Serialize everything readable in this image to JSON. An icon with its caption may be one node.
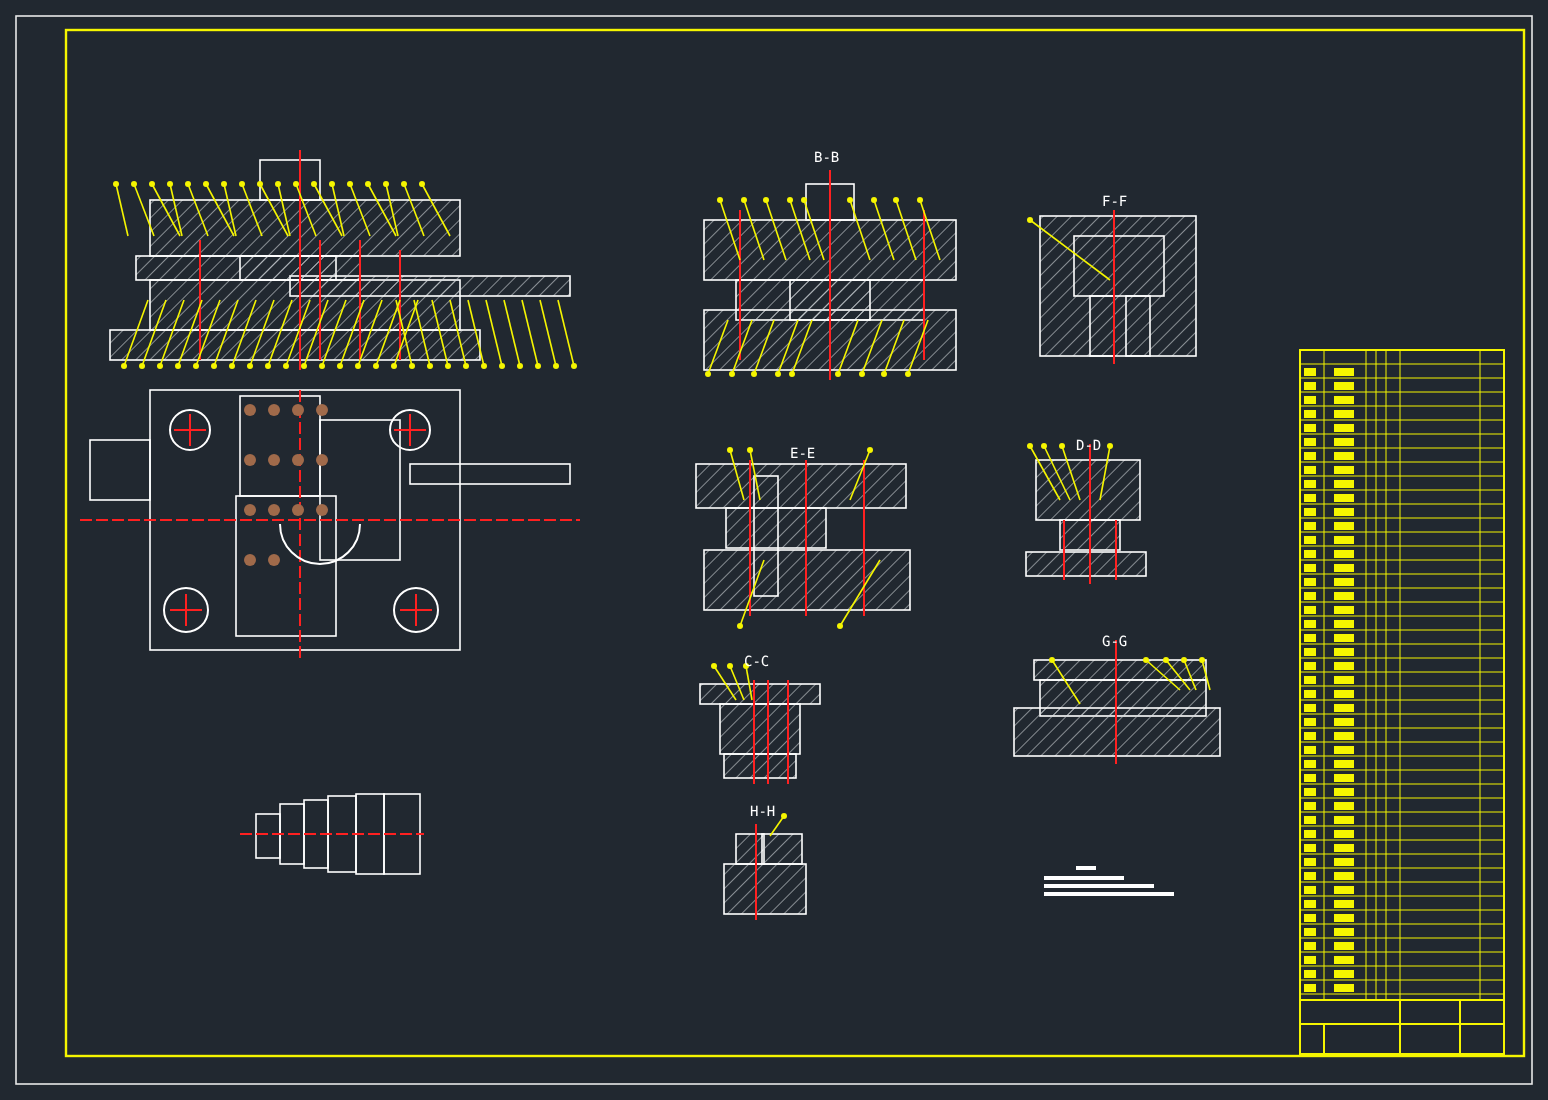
{
  "diagram": {
    "labels": [
      "B-B",
      "F-F",
      "E-E",
      "D-D",
      "C-C",
      "G-G",
      "H-H"
    ]
  }
}
